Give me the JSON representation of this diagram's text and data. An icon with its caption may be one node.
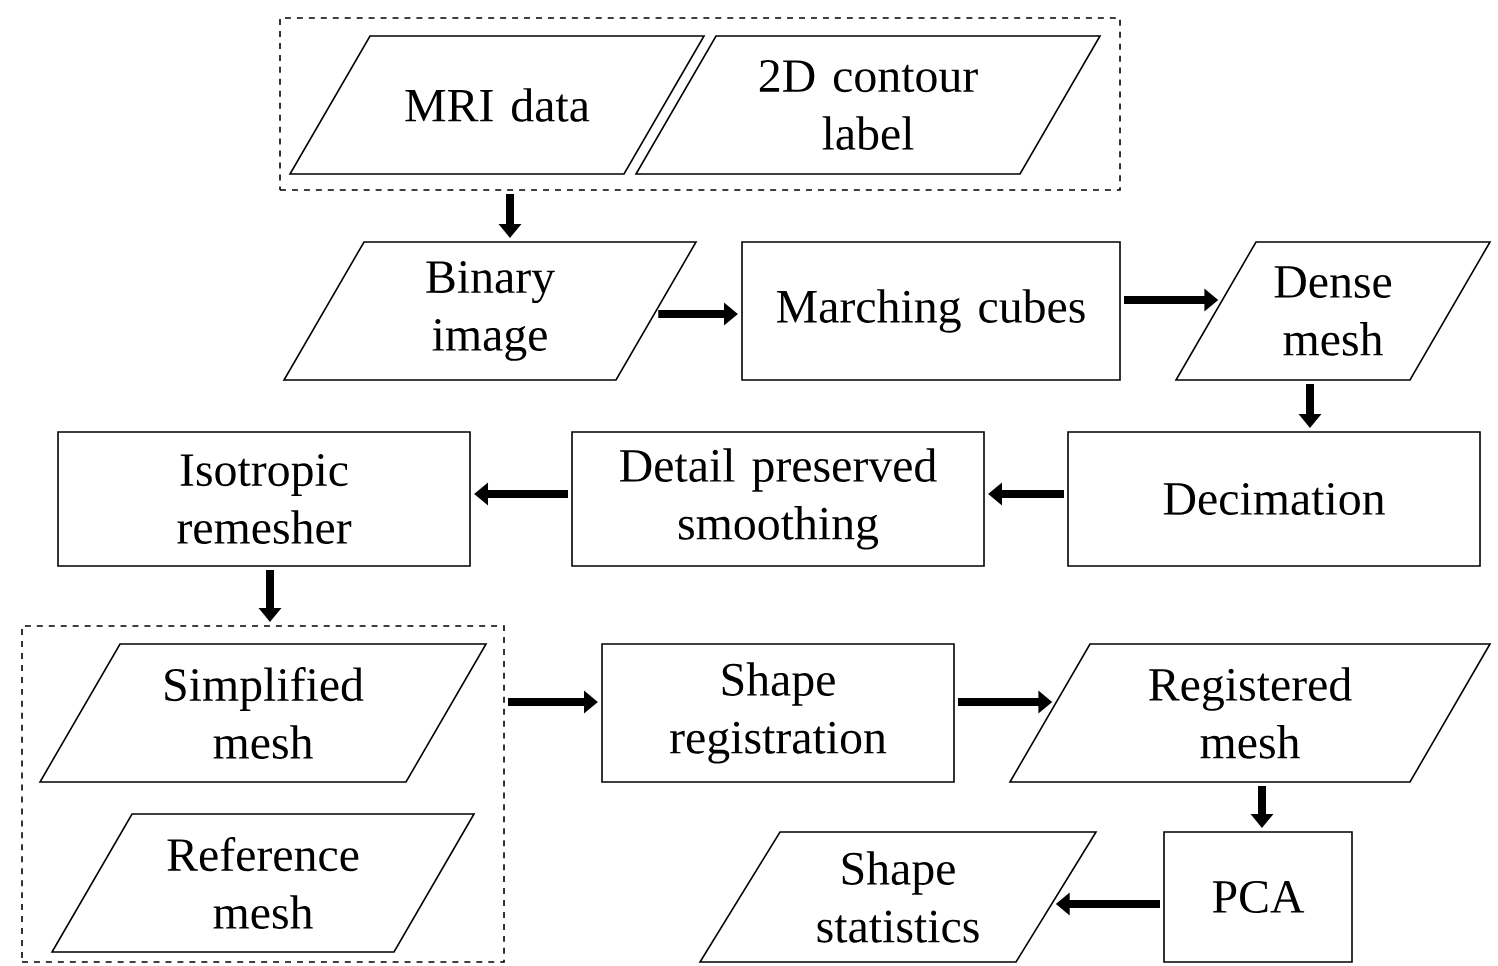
{
  "diagram": {
    "nodes": [
      {
        "text": [],
        "shape": "box"
      },
      {
        "text": [
          "MRI data"
        ],
        "in": 0
      },
      {
        "text": [
          "2D contour label"
        ],
        "in": 0
      },
      {
        "text": [
          "Binary image"
        ]
      },
      {
        "text": [
          "Marching cubes"
        ]
      },
      {
        "text": [
          "Dense mesh"
        ]
      },
      {
        "text": [
          "Decimation"
        ]
      },
      {
        "text": [
          "Detail preserved smoothing"
        ]
      },
      {
        "text": [
          "Isotropic remesher"
        ]
      },
      {
        "text": [],
        "shape": "box"
      },
      {
        "text": [
          "Simplified mesh"
        ],
        "in": 9
      },
      {
        "text": [
          "Reference mesh"
        ],
        "in": 9
      },
      {
        "text": [
          "Shape registration"
        ]
      },
      {
        "text": [
          "Registered mesh"
        ]
      },
      {
        "text": [
          "PCA"
        ]
      },
      {
        "text": [
          "Shape statistics"
        ]
      }
    ],
    "edges": [
      {
        "from": 0,
        "to": 3,
        "arrow": "to"
      },
      {
        "from": 3,
        "to": 4,
        "arrow": "to"
      },
      {
        "from": 4,
        "to": 5,
        "arrow": "to"
      },
      {
        "from": 5,
        "to": 6,
        "arrow": "to"
      },
      {
        "from": 6,
        "to": 7,
        "arrow": "to"
      },
      {
        "from": 7,
        "to": 8,
        "arrow": "to"
      },
      {
        "from": 8,
        "to": 9,
        "arrow": "to"
      },
      {
        "from": 9,
        "to": 12,
        "arrow": "to"
      },
      {
        "from": 12,
        "to": 13,
        "arrow": "to"
      },
      {
        "from": 13,
        "to": 14,
        "arrow": "to"
      },
      {
        "from": 14,
        "to": 15,
        "arrow": "to"
      }
    ]
  }
}
